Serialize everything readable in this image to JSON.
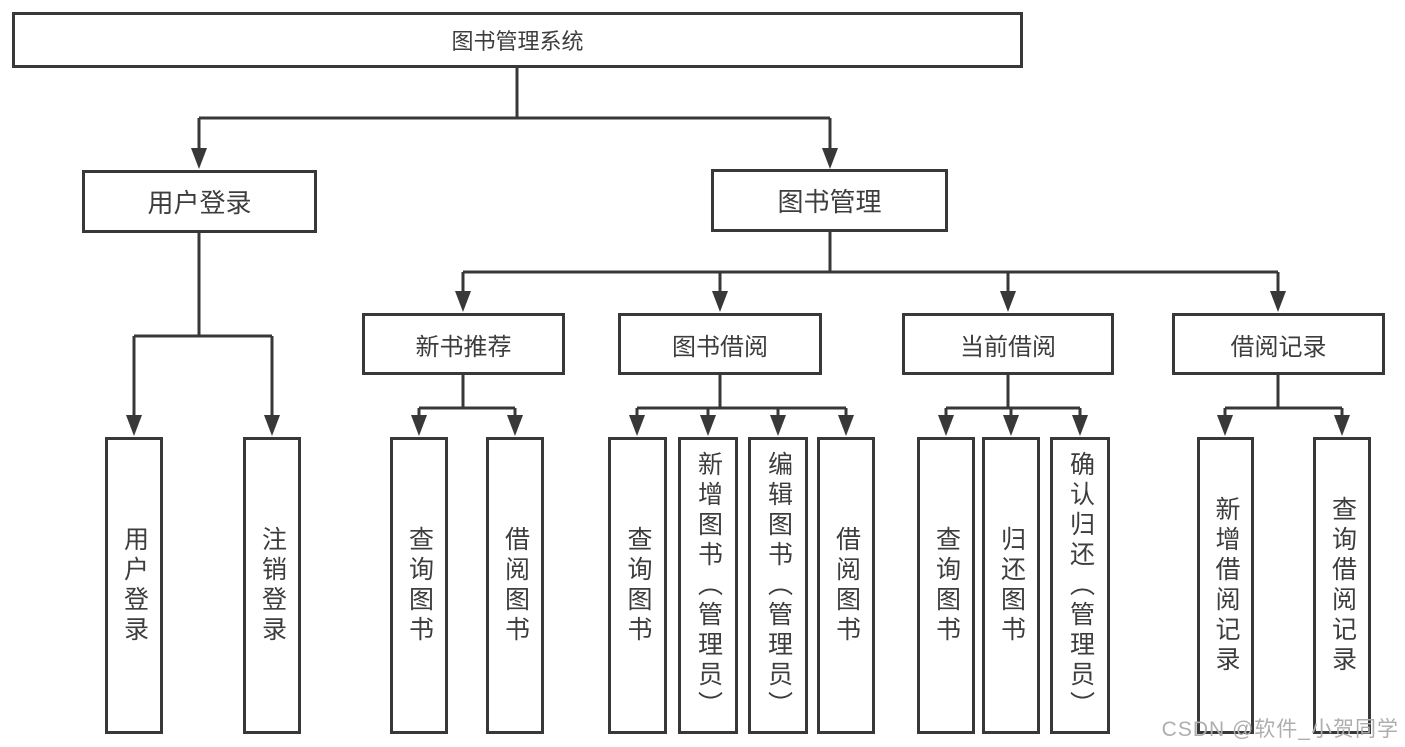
{
  "tree": {
    "root": {
      "label": "图书管理系统"
    },
    "branches": [
      {
        "label": "用户登录",
        "children": [
          {
            "label": "用户登录"
          },
          {
            "label": "注销登录"
          }
        ]
      },
      {
        "label": "图书管理",
        "children": [
          {
            "label": "新书推荐",
            "children": [
              {
                "label": "查询图书"
              },
              {
                "label": "借阅图书"
              }
            ]
          },
          {
            "label": "图书借阅",
            "children": [
              {
                "label": "查询图书"
              },
              {
                "label": "新增图书（管理员）"
              },
              {
                "label": "编辑图书（管理员）"
              },
              {
                "label": "借阅图书"
              }
            ]
          },
          {
            "label": "当前借阅",
            "children": [
              {
                "label": "查询图书"
              },
              {
                "label": "归还图书"
              },
              {
                "label": "确认归还（管理员）"
              }
            ]
          },
          {
            "label": "借阅记录",
            "children": [
              {
                "label": "新增借阅记录"
              },
              {
                "label": "查询借阅记录"
              }
            ]
          }
        ]
      }
    ]
  },
  "watermark": {
    "text": "CSDN @软件_小贺同学"
  },
  "colors": {
    "line": "#383838",
    "text": "#3d3d3d",
    "watermark": "#aeaeae",
    "background": "#ffffff"
  }
}
